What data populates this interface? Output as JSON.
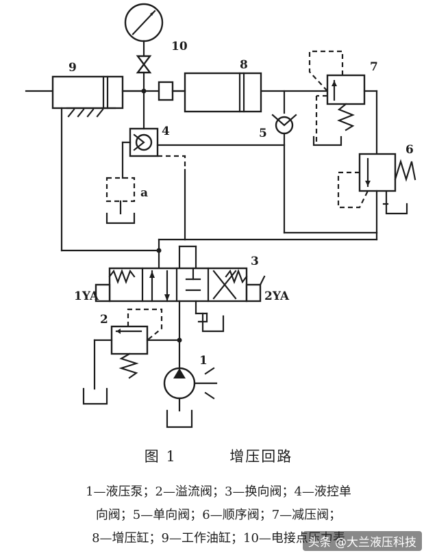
{
  "components": {
    "pump": "1",
    "relief_valve": "2",
    "directional_valve": "3",
    "pilot_check_valve": "4",
    "check_valve": "5",
    "sequence_valve": "6",
    "reducing_valve": "7",
    "booster_cylinder": "8",
    "work_cylinder": "9",
    "pressure_gauge": "10",
    "aux": "a"
  },
  "solenoids": {
    "left": "1YA",
    "right": "2YA"
  },
  "caption": {
    "figure_label": "图 1",
    "figure_title": "增压回路"
  },
  "legend": {
    "line1": "1—液压泵；2—溢流阀；3—换向阀；4—液控单",
    "line2": "向阀；5—单向阀；6—顺序阀；7—减压阀；",
    "line3": "8—增压缸；9—工作油缸；10—电接点压力表"
  },
  "watermark": "头条 @大兰液压科技"
}
